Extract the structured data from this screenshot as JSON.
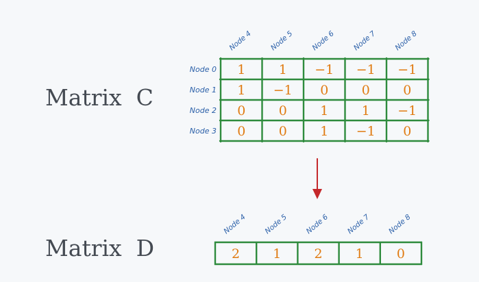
{
  "matrix_c": {
    "label": "Matrix  C",
    "column_headers": [
      "Node 4",
      "Node 5",
      "Node 6",
      "Node 7",
      "Node 8"
    ],
    "row_headers": [
      "Node 0",
      "Node 1",
      "Node 2",
      "Node 3"
    ],
    "rows": [
      [
        "1",
        "1",
        "−1",
        "−1",
        "−1"
      ],
      [
        "1",
        "−1",
        "0",
        "0",
        "0"
      ],
      [
        "0",
        "0",
        "1",
        "1",
        "−1"
      ],
      [
        "0",
        "0",
        "1",
        "−1",
        "0"
      ]
    ]
  },
  "matrix_d": {
    "label": "Matrix  D",
    "column_headers": [
      "Node 4",
      "Node 5",
      "Node 6",
      "Node 7",
      "Node 8"
    ],
    "values": [
      "2",
      "1",
      "2",
      "1",
      "0"
    ]
  },
  "colors": {
    "grid": "#2e8b3d",
    "value": "#e07b12",
    "header": "#2a5fa8",
    "arrow": "#c4282b",
    "label": "#444a52",
    "background": "#f6f8fa"
  }
}
